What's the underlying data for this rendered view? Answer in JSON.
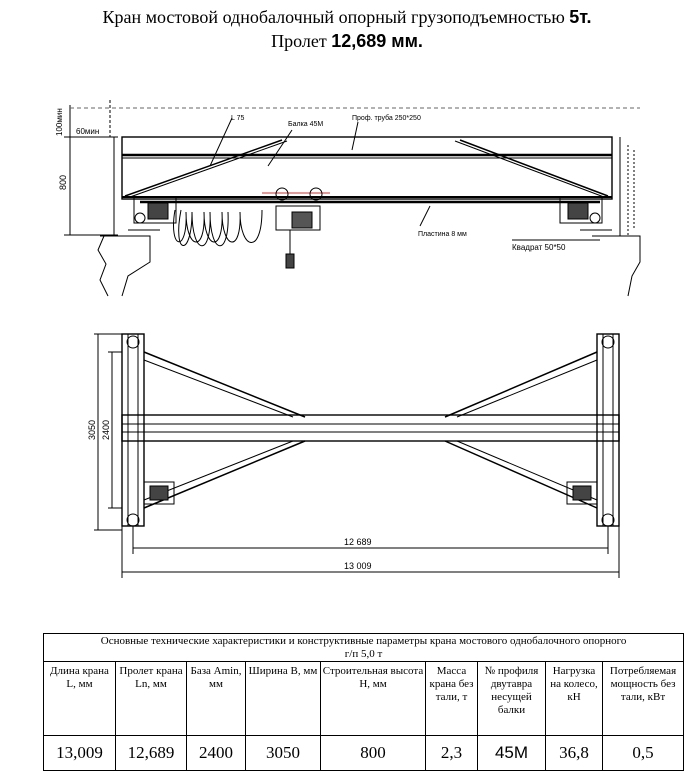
{
  "title": {
    "line1_prefix": "Кран мостовой однобалочный опорный грузоподъемностью ",
    "line1_bold": "5т.",
    "line2_prefix": "Пролет ",
    "line2_bold": "12,689 мм."
  },
  "drawing_elevation": {
    "label_l75": "L 75",
    "label_balka": "Балка 45М",
    "label_truba": "Проф. труба 250*250",
    "label_plastina": "Пластина 8 мм",
    "label_kvadrat": "Квадрат 50*50",
    "dim_100": "100мин",
    "dim_60": "60мин",
    "dim_800": "800"
  },
  "drawing_plan": {
    "dim_3050": "3050",
    "dim_2400": "2400",
    "dim_span": "12 689",
    "dim_total": "13 009"
  },
  "table": {
    "caption": "Основные технические характеристики и конструктивные параметры крана мостового однобалочного опорного",
    "caption2": "г/п 5,0 т",
    "headers": [
      "Длина крана L, мм",
      "Пролет крана Ln, мм",
      "База Amin, мм",
      "Ширина В, мм",
      "Строительная высота Н, мм",
      "Масса крана без тали, т",
      "№ профиля двутавра несущей балки",
      "Нагрузка на колесо, кН",
      "Потребляемая мощность без тали, кВт"
    ],
    "values": [
      "13,009",
      "12,689",
      "2400",
      "3050",
      "800",
      "2,3",
      "45М",
      "36,8",
      "0,5"
    ]
  }
}
